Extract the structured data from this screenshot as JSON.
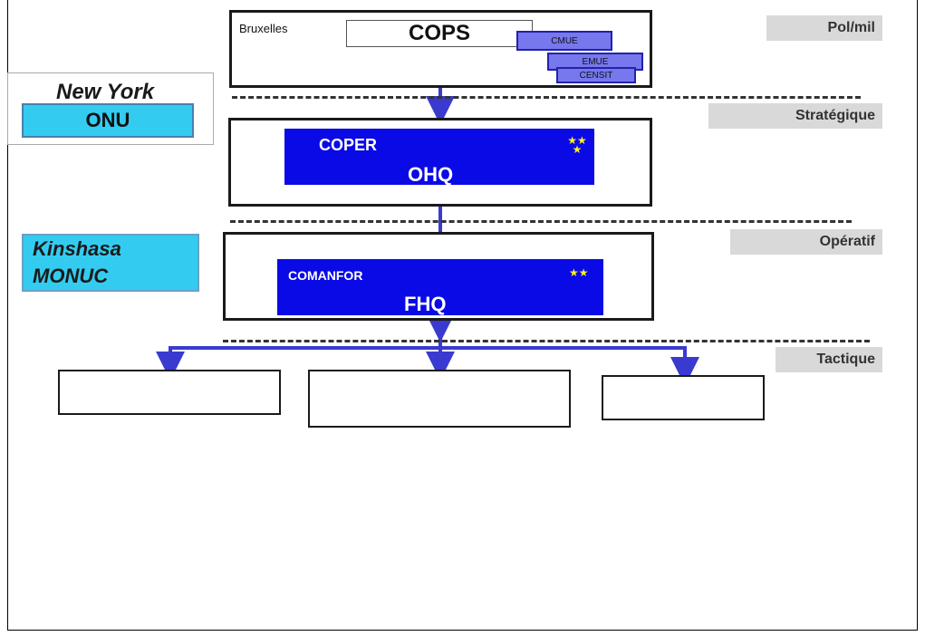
{
  "levels": {
    "polmil": "Pol/mil",
    "strategique": "Stratégique",
    "operatif": "Opératif",
    "tactique": "Tactique"
  },
  "bruxelles": {
    "label": "Bruxelles",
    "cops": "COPS",
    "cmue": "CMUE",
    "emue": "EMUE",
    "censit": "CENSIT"
  },
  "newyork": {
    "city": "New York",
    "org": "ONU"
  },
  "ohq": {
    "coper": "COPER",
    "title": "OHQ",
    "stars": "★★★"
  },
  "kinshasa": {
    "line1": "Kinshasa",
    "line2": "MONUC"
  },
  "fhq": {
    "comanfor": "COMANFOR",
    "title": "FHQ",
    "stars": "★★"
  },
  "colors": {
    "arrow": "#3a3ad0",
    "dark_blue": "#0a0ae6",
    "cyan": "#33ccf0",
    "level_bg": "#d9d9d9"
  }
}
